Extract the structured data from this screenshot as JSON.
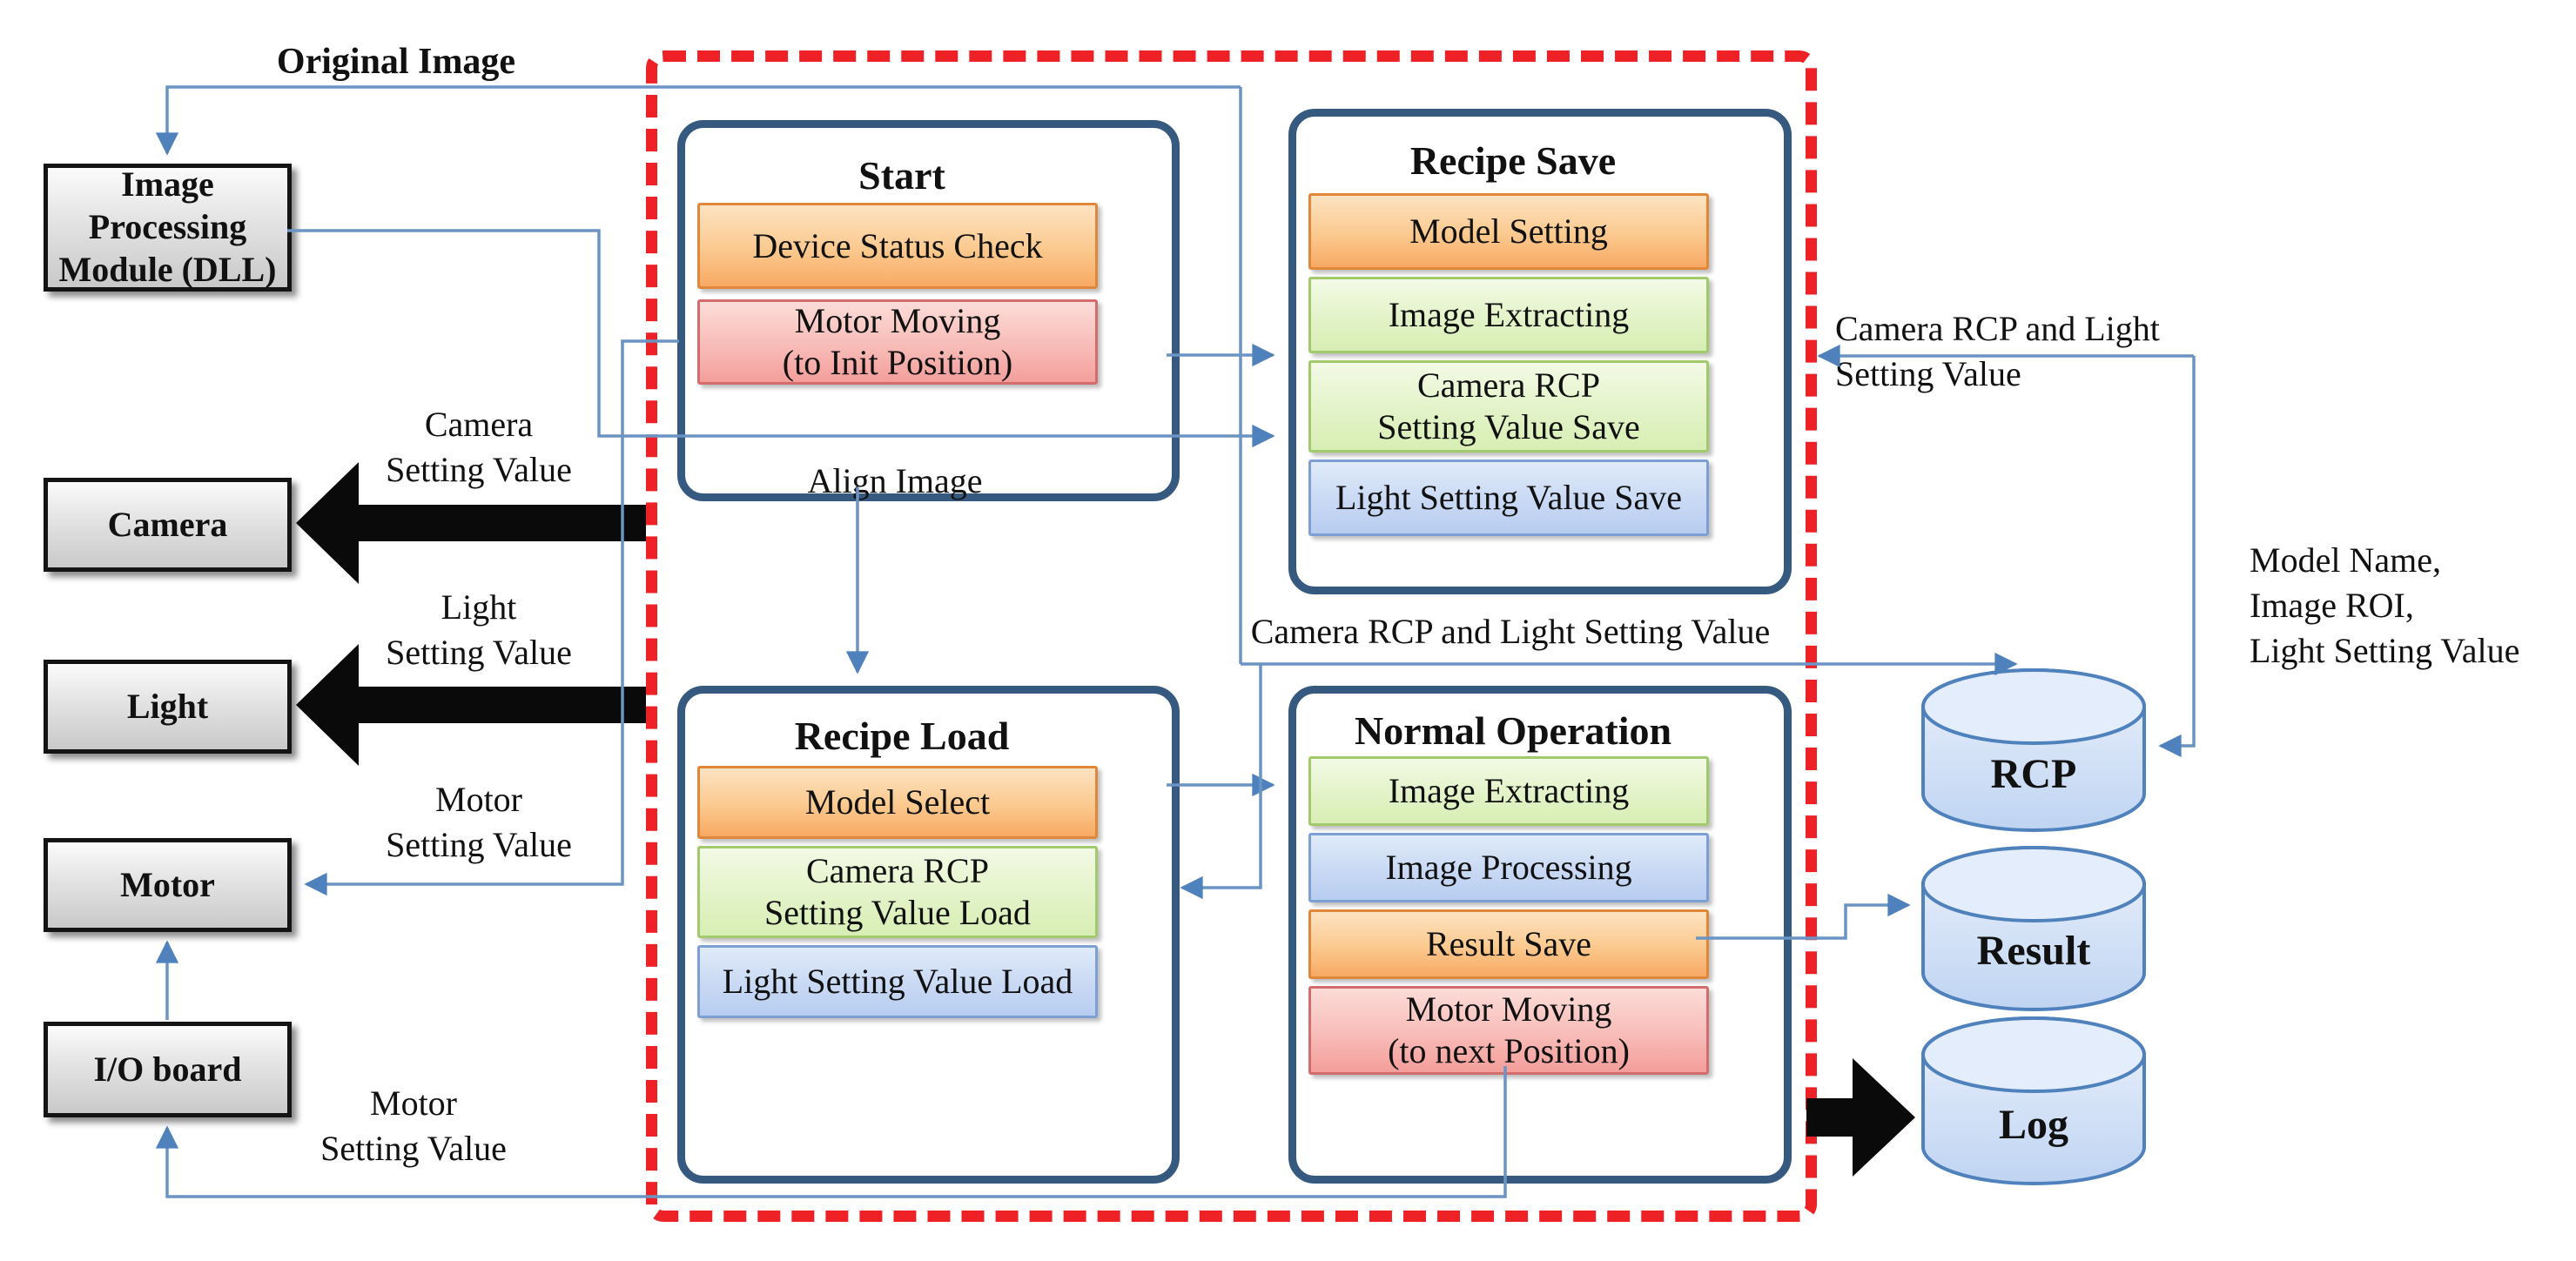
{
  "diagram_title": "Vision inspection software flow diagram",
  "boundary": {
    "meaning": "main-program-boundary",
    "color": "#ee2226"
  },
  "colors": {
    "connector_blue": "#6a94c4",
    "panel_border": "#35597f",
    "step_orange": "#f8a964",
    "step_pink": "#f49e9b",
    "step_green": "#d7eeb4",
    "step_blue": "#b7cdf0",
    "cylinder_fill": "#c9dbf5",
    "cylinder_stroke": "#4f81bd",
    "module_gray": "#d9d9d9",
    "black_arrow": "#0a0a0a"
  },
  "left_modules": [
    {
      "id": "image-processing-module",
      "lines": [
        "Image Processing",
        "Module (DLL)"
      ]
    },
    {
      "id": "camera",
      "lines": [
        "Camera"
      ]
    },
    {
      "id": "light",
      "lines": [
        "Light"
      ]
    },
    {
      "id": "motor",
      "lines": [
        "Motor"
      ]
    },
    {
      "id": "io-board",
      "lines": [
        "I/O board"
      ]
    }
  ],
  "panels": [
    {
      "id": "start",
      "title": "Start",
      "steps": [
        {
          "color": "orange",
          "lines": [
            "Device Status Check"
          ]
        },
        {
          "color": "pink",
          "lines": [
            "Motor Moving",
            "(to Init Position)"
          ]
        }
      ],
      "footnote": "Align Image"
    },
    {
      "id": "recipe-save",
      "title": "Recipe Save",
      "steps": [
        {
          "color": "orange",
          "lines": [
            "Model Setting"
          ]
        },
        {
          "color": "green",
          "lines": [
            "Image Extracting"
          ]
        },
        {
          "color": "green",
          "lines": [
            "Camera RCP",
            "Setting Value Save"
          ]
        },
        {
          "color": "blue",
          "lines": [
            "Light Setting Value Save"
          ]
        }
      ]
    },
    {
      "id": "recipe-load",
      "title": "Recipe Load",
      "steps": [
        {
          "color": "orange",
          "lines": [
            "Model Select"
          ]
        },
        {
          "color": "green",
          "lines": [
            "Camera RCP",
            "Setting Value Load"
          ]
        },
        {
          "color": "blue",
          "lines": [
            "Light Setting Value Load"
          ]
        }
      ]
    },
    {
      "id": "normal-operation",
      "title": "Normal Operation",
      "steps": [
        {
          "color": "green",
          "lines": [
            "Image Extracting"
          ]
        },
        {
          "color": "blue",
          "lines": [
            "Image Processing"
          ]
        },
        {
          "color": "orange",
          "lines": [
            "Result Save"
          ]
        },
        {
          "color": "pink",
          "lines": [
            "Motor Moving",
            "(to next Position)"
          ]
        }
      ]
    }
  ],
  "datastores": [
    {
      "id": "rcp",
      "label": "RCP"
    },
    {
      "id": "result",
      "label": "Result"
    },
    {
      "id": "log",
      "label": "Log"
    }
  ],
  "annotations": {
    "original_image": "Original Image",
    "camera_setting_value": {
      "lines": [
        "Camera",
        "Setting Value"
      ]
    },
    "light_setting_value": {
      "lines": [
        "Light",
        "Setting Value"
      ]
    },
    "motor_setting_value_upper": {
      "lines": [
        "Motor",
        "Setting Value"
      ]
    },
    "motor_setting_value_lower": {
      "lines": [
        "Motor",
        "Setting Value"
      ]
    },
    "camera_rcp_light_right": {
      "lines": [
        "Camera RCP and Light",
        "Setting Value"
      ]
    },
    "camera_rcp_light_middle": "Camera RCP and Light Setting Value",
    "model_name_block": {
      "lines": [
        "Model Name,",
        "Image ROI,",
        "Light Setting Value"
      ]
    }
  }
}
